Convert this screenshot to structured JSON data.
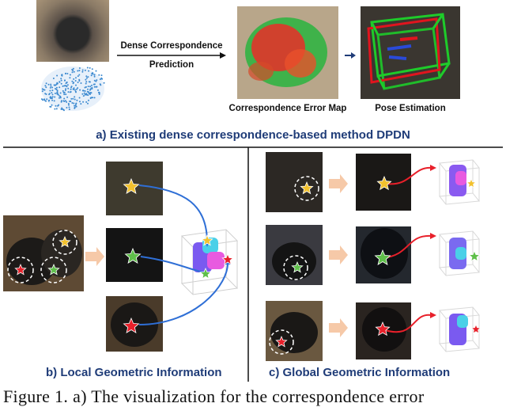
{
  "top": {
    "arrow_label_line1": "Dense Correspondence",
    "arrow_label_line2": "Prediction",
    "error_map_label": "Correspondence Error Map",
    "pose_label": "Pose Estimation",
    "caption": "a) Existing dense correspondence-based method DPDN"
  },
  "bottom_left": {
    "caption": "b) Local Geometric Information"
  },
  "bottom_right": {
    "caption": "c) Global Geometric Information"
  },
  "figure_caption": {
    "prefix": "Figure 1.",
    "text": "a) The visualization for the correspondence error"
  },
  "colors": {
    "caption_blue": "#1f3c78",
    "star_yellow": "#f2c12e",
    "star_green": "#5fbf4a",
    "star_red": "#e8202a",
    "link_blue": "#2f6fd6",
    "link_red": "#e8202a",
    "pose_red": "#e0141e",
    "pose_green": "#1ecb2a",
    "arrow_peach": "#f6c9a8"
  }
}
